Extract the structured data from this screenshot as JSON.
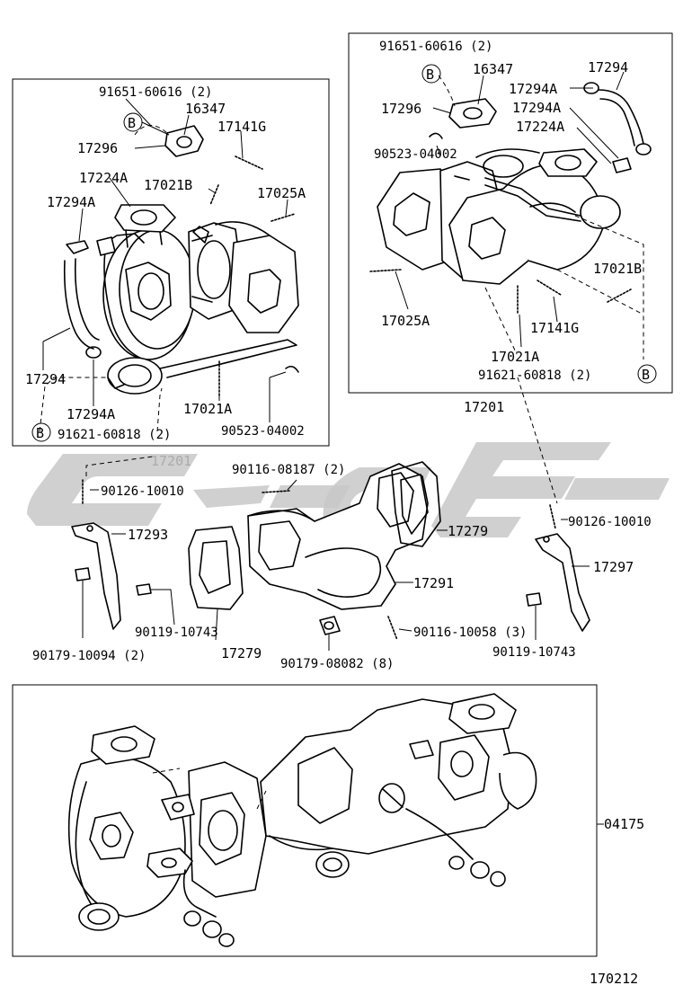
{
  "labels": {
    "left_assembly": {
      "p91651_60616": "91651-60616 (2)",
      "ref_b_top": "B",
      "p16347": "16347",
      "p17141g": "17141G",
      "p17296": "17296",
      "p17224a": "17224A",
      "p17021b": "17021B",
      "p17025a": "17025A",
      "p17294a_top": "17294A",
      "p17294": "17294",
      "p17294a_bottom": "17294A",
      "p17021a": "17021A",
      "p90523_04002": "90523-04002",
      "ref_b_bottom": "B",
      "p91621_60818": "91621-60818 (2)"
    },
    "right_assembly": {
      "p91651_60616": "91651-60616 (2)",
      "ref_b_top": "B",
      "p16347": "16347",
      "p17294": "17294",
      "p17294a_1": "17294A",
      "p17296": "17296",
      "p17294a_2": "17294A",
      "p17224a": "17224A",
      "p90523_04002": "90523-04002",
      "p17021b": "17021B",
      "p17025a": "17025A",
      "p17141g": "17141G",
      "p17021a": "17021A",
      "p91621_60818": "91621-60818 (2)",
      "ref_b_bottom": "B"
    },
    "assembly_left_id": "17201",
    "assembly_right_id": "17201",
    "middle": {
      "p90116_08187": "90116-08187 (2)",
      "p90126_10010_left": "90126-10010",
      "p17279_top": "17279",
      "p17293": "17293",
      "p17291": "17291",
      "p90126_10010_right": "90126-10010",
      "p17297": "17297",
      "p90119_10743_left": "90119-10743",
      "p90116_10058": "90116-10058 (3)",
      "p90179_10094": "90179-10094 (2)",
      "p17279_bottom": "17279",
      "p90179_08082": "90179-08082 (8)",
      "p90119_10743_right": "90119-10743"
    },
    "bottom": {
      "p04175": "04175"
    },
    "diagram_id": "170212"
  },
  "colors": {
    "line": "#000000",
    "watermark": "#c8c8c8"
  }
}
